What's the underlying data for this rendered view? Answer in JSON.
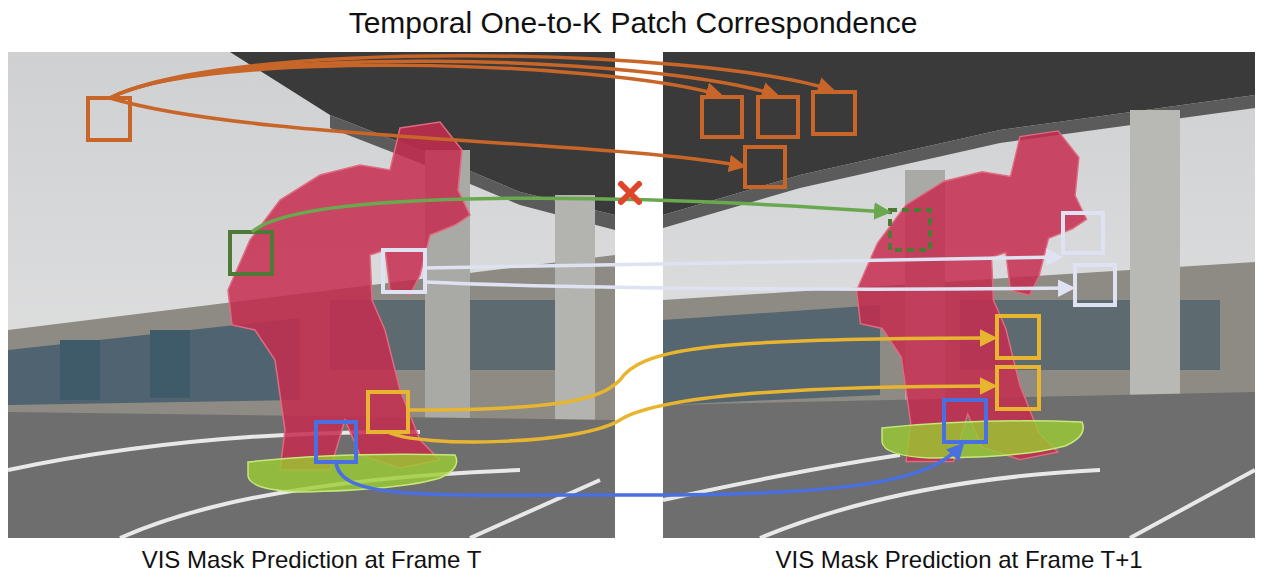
{
  "diagram": {
    "title": "Temporal One-to-K Patch Correspondence",
    "labels": [
      "VIS Mask Prediction at Frame T",
      "VIS Mask Prediction at Frame T+1"
    ]
  }
}
